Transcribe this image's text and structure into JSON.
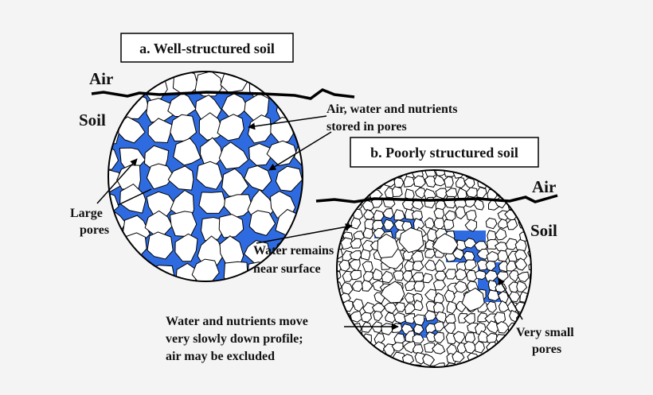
{
  "colors": {
    "background": "#f4f4f4",
    "water": "#2f6be0",
    "rock": "#ffffff",
    "outline": "#000000"
  },
  "panel_a": {
    "title": "a. Well-structured soil",
    "air_label": "Air",
    "soil_label": "Soil",
    "callout_pores": [
      "Air, water and nutrients",
      "stored in pores"
    ],
    "callout_large": [
      "Large",
      "pores"
    ]
  },
  "panel_b": {
    "title": "b. Poorly structured soil",
    "air_label": "Air",
    "soil_label": "Soil",
    "callout_surface": [
      "Water remains",
      "near surface"
    ],
    "callout_slow": [
      "Water and nutrients move",
      "very slowly down profile;",
      "air may be excluded"
    ],
    "callout_small": [
      "Very small",
      "pores"
    ]
  }
}
